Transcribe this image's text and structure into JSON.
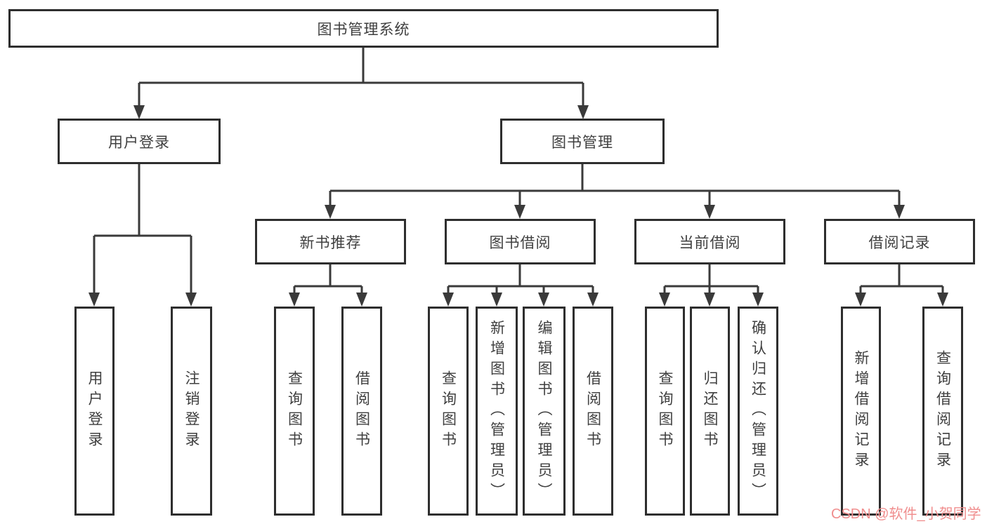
{
  "diagram": {
    "title": "图书管理系统",
    "tree": {
      "root": {
        "label": "图书管理系统"
      },
      "user_login": {
        "label": "用户登录",
        "children": {
          "login": {
            "label": "用户登录"
          },
          "logout": {
            "label": "注销登录"
          }
        }
      },
      "book_management": {
        "label": "图书管理",
        "children": {
          "new_book_recommend": {
            "label": "新书推荐",
            "children": {
              "query_book": {
                "label": "查询图书"
              },
              "borrow_book": {
                "label": "借阅图书"
              }
            }
          },
          "book_borrow": {
            "label": "图书借阅",
            "children": {
              "query_book": {
                "label": "查询图书"
              },
              "add_book_admin": {
                "label": "新增图书（管理员）"
              },
              "edit_book_admin": {
                "label": "编辑图书（管理员）"
              },
              "borrow_book": {
                "label": "借阅图书"
              }
            }
          },
          "current_borrow": {
            "label": "当前借阅",
            "children": {
              "query_book": {
                "label": "查询图书"
              },
              "return_book": {
                "label": "归还图书"
              },
              "confirm_return_admin": {
                "label": "确认归还（管理员）"
              }
            }
          },
          "borrow_record": {
            "label": "借阅记录",
            "children": {
              "add_record": {
                "label": "新增借阅记录"
              },
              "query_record": {
                "label": "查询借阅记录"
              }
            }
          }
        }
      }
    }
  },
  "watermark": {
    "text": "CSDN @软件_小贺同学",
    "color": "#f08e8e"
  },
  "colors": {
    "line": "#3a3a3a",
    "box_border": "#2e2e2e",
    "text": "#3f3f3f",
    "background": "#ffffff"
  }
}
